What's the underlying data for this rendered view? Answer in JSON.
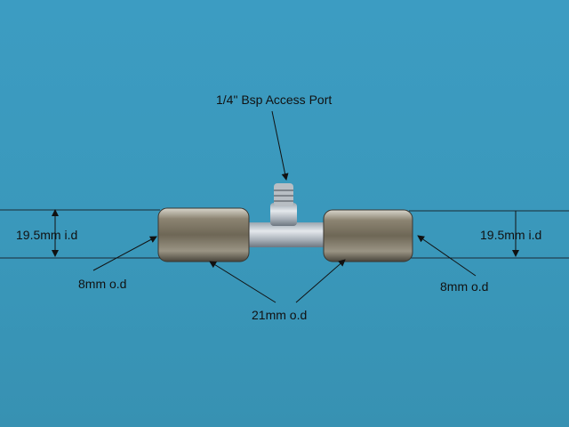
{
  "labels": {
    "access_port": "1/4\" Bsp Access Port",
    "left_id": "19.5mm i.d",
    "right_id": "19.5mm i.d",
    "left_od": "8mm o.d",
    "right_od": "8mm o.d",
    "center_od": "21mm o.d"
  },
  "colors": {
    "background": "#3a98bb",
    "annotation": "#111111",
    "metal": "#8a8270"
  }
}
